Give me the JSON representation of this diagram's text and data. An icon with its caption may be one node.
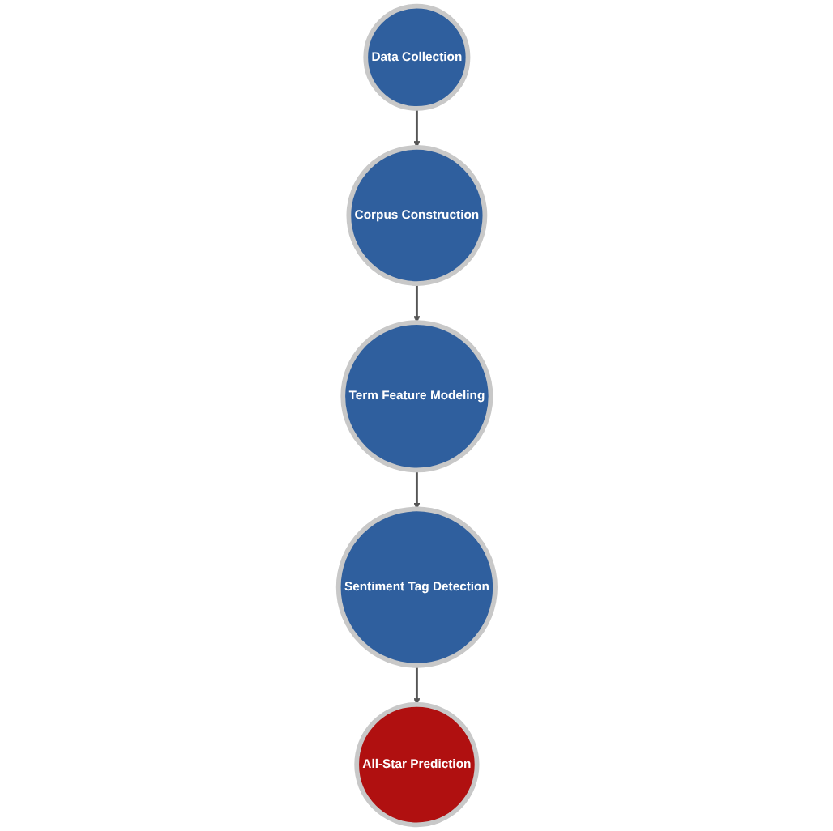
{
  "diagram": {
    "nodes": [
      {
        "text": [
          "Data Collection"
        ]
      },
      {
        "text": [
          "Corpus Construction"
        ]
      },
      {
        "text": [
          "All-Star Prediction"
        ]
      },
      {
        "text": [
          "Sentiment Tag Detection"
        ]
      },
      {
        "text": [
          "Term Feature Modeling"
        ]
      }
    ],
    "edges": [
      {
        "from": 0,
        "to": 1,
        "arrow": "to"
      },
      {
        "from": 1,
        "to": 4,
        "arrow": "to"
      },
      {
        "from": 4,
        "to": 3,
        "arrow": "to"
      },
      {
        "from": 3,
        "to": 2,
        "arrow": "to"
      }
    ]
  }
}
